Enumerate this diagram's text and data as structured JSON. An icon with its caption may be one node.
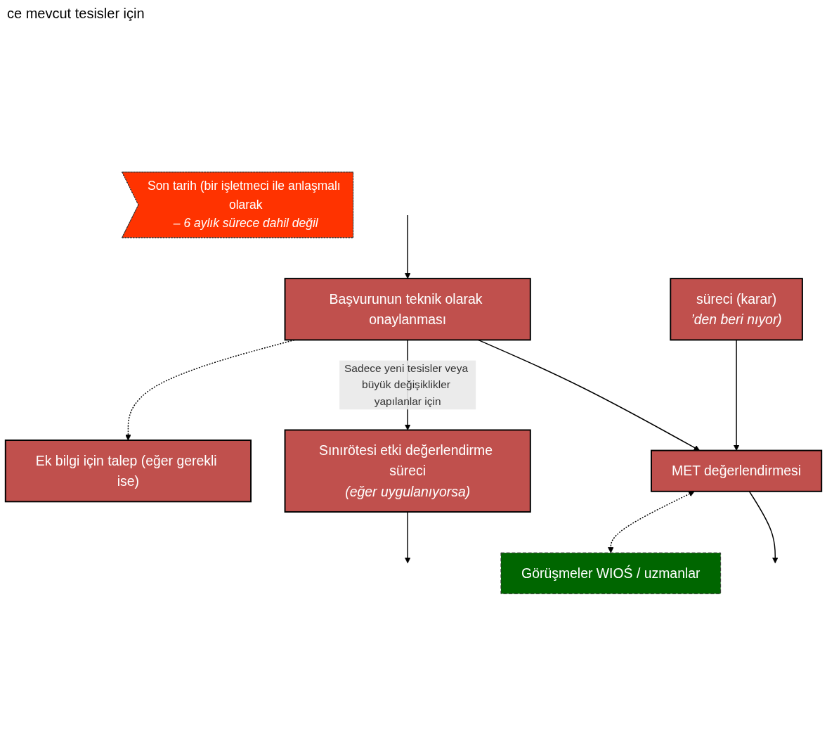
{
  "diagram": {
    "nodes": [
      {
        "text": [
          "Son tarih (bir işletmeci ile anlaşmalı olarak",
          "– 6 aylık sürece dahil değil"
        ]
      },
      {
        "text": [
          "Başvurunun teknik olarak onaylanması"
        ]
      },
      {
        "text": [
          "Ek bilgi için talep (eğer gerekli ise)"
        ]
      },
      {
        "text": [
          "süreci (karar)",
          "’den beri nıyor)"
        ]
      },
      {
        "text": [
          "Sınırötesi etki değerlendirme süreci",
          "(eğer uygulanıyorsa)"
        ]
      },
      {
        "text": [
          "MET değerlendirmesi"
        ]
      },
      {
        "text": [
          "Görüşmeler WIOŚ / uzmanlar"
        ]
      }
    ],
    "edges": [
      {
        "from": null,
        "to": 1,
        "arrow": "to"
      },
      {
        "from": 1,
        "to": 2,
        "arrow": "to",
        "style": "dashed"
      },
      {
        "from": 1,
        "to": 4,
        "arrow": "to",
        "label": "Sadece yeni tesisler veya büyük değişiklikler yapılanlar için"
      },
      {
        "from": 3,
        "to": 5,
        "arrow": "to"
      },
      {
        "from": 1,
        "to": 5,
        "arrow": "to"
      },
      {
        "from": 5,
        "to": 6,
        "arrow": "both",
        "style": "dashed"
      },
      {
        "from": 5,
        "to": null,
        "arrow": "to"
      },
      {
        "from": 4,
        "to": null,
        "arrow": "to"
      }
    ],
    "labels": [
      "ce mevcut tesisler için"
    ]
  }
}
